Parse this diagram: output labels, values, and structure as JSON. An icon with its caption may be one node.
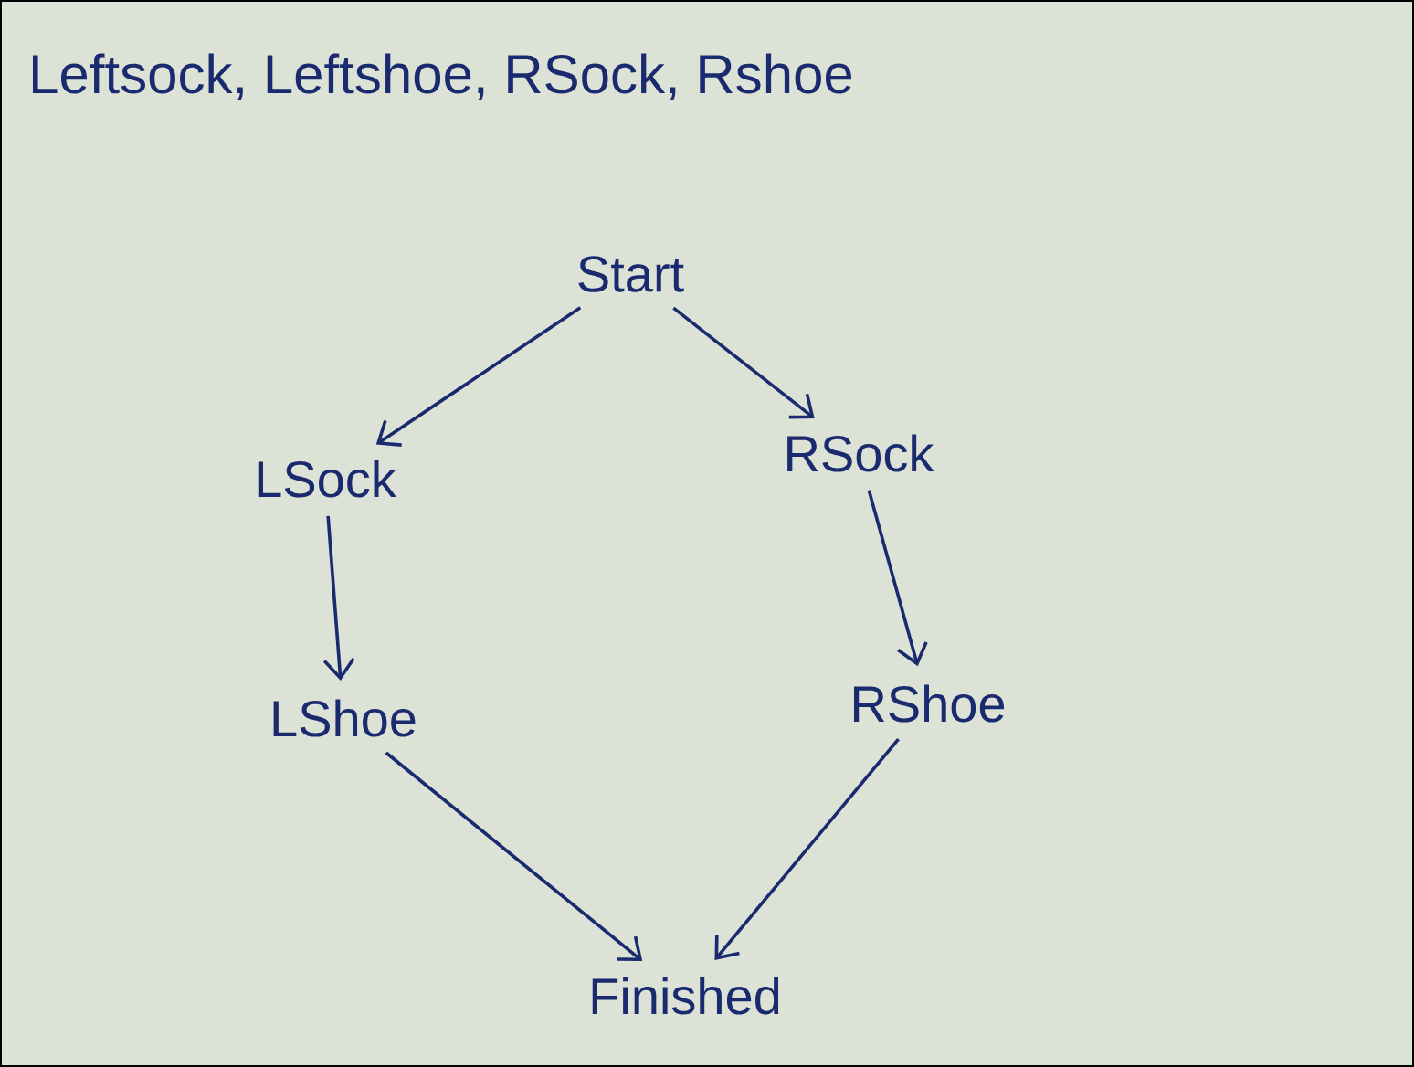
{
  "diagram": {
    "title": "Leftsock, Leftshoe, RSock, Rshoe",
    "nodes": [
      {
        "text": [
          "Start"
        ]
      },
      {
        "text": [
          "LSock"
        ]
      },
      {
        "text": [
          "RSock"
        ]
      },
      {
        "text": [
          "LShoe"
        ]
      },
      {
        "text": [
          "RShoe"
        ]
      },
      {
        "text": [
          "Finished"
        ]
      }
    ],
    "edges": [
      {
        "from": 0,
        "to": 1,
        "arrow": "to"
      },
      {
        "from": 0,
        "to": 2,
        "arrow": "to"
      },
      {
        "from": 1,
        "to": 3,
        "arrow": "to"
      },
      {
        "from": 2,
        "to": 4,
        "arrow": "to"
      },
      {
        "from": 3,
        "to": 5,
        "arrow": "to"
      },
      {
        "from": 4,
        "to": 5,
        "arrow": "to"
      }
    ]
  }
}
